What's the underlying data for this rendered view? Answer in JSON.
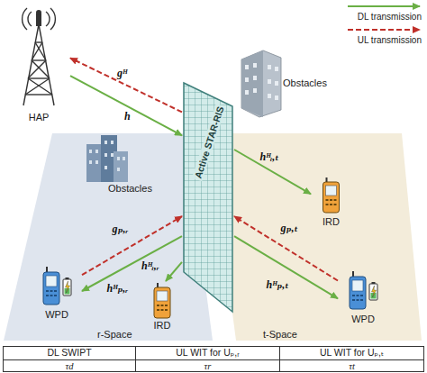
{
  "diagram": {
    "nodes": [
      {
        "text": [
          "HAP"
        ]
      },
      {
        "text": [
          "Active STAR-RIS"
        ]
      },
      {
        "text": [
          "IRD"
        ]
      },
      {
        "text": [
          "WPD"
        ]
      },
      {
        "text": [
          "IRD"
        ]
      },
      {
        "text": [
          "WPD"
        ]
      },
      {
        "text": [
          "DL SWIPT",
          "τd"
        ]
      },
      {
        "text": [
          "UL WIT for Uₚ,ᵣ",
          "τr"
        ]
      },
      {
        "text": [
          "UL WIT for Uₚ,ₜ",
          "τt"
        ]
      }
    ],
    "edges": [
      {
        "from": 1,
        "to": 0,
        "label": "gᴴ",
        "arrow": "to"
      },
      {
        "from": 0,
        "to": 1,
        "label": "h",
        "arrow": "to"
      },
      {
        "from": 1,
        "to": 2,
        "label": "hᴴᵢ,ₜ",
        "arrow": "to"
      },
      {
        "from": 3,
        "to": 1,
        "label": "gₚ,ᵣ",
        "arrow": "to"
      },
      {
        "from": 1,
        "to": 3,
        "label": "hᴴₚ,ᵣ",
        "arrow": "to"
      },
      {
        "from": 1,
        "to": 4,
        "label": "hᴴᵢ,ᵣ",
        "arrow": "to"
      },
      {
        "from": 5,
        "to": 1,
        "label": "gₚ,ₜ",
        "arrow": "to"
      },
      {
        "from": 1,
        "to": 5,
        "label": "hᴴₚ,ₜ",
        "arrow": "to"
      }
    ],
    "labels": [
      "Obstacles",
      "Obstacles",
      "r-Space",
      "t-Space"
    ],
    "legend": [
      {
        "text": "DL transmission"
      },
      {
        "text": "UL transmission"
      }
    ]
  }
}
